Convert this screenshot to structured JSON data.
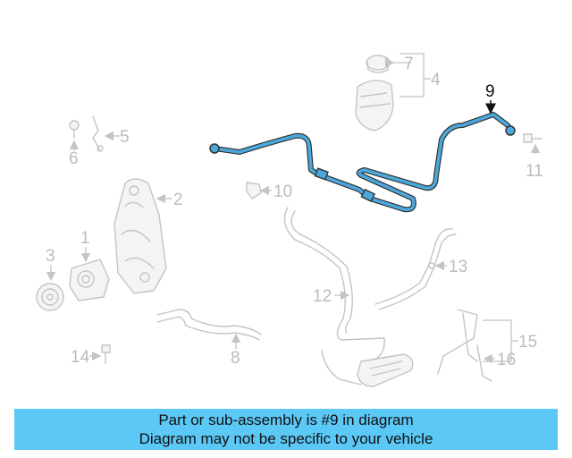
{
  "callouts": {
    "c1": "1",
    "c2": "2",
    "c3": "3",
    "c4": "4",
    "c5": "5",
    "c6": "6",
    "c7": "7",
    "c8": "8",
    "c9": "9",
    "c10": "10",
    "c11": "11",
    "c12": "12",
    "c13": "13",
    "c14": "14",
    "c15": "15",
    "c16": "16"
  },
  "highlight_part": "9",
  "colors": {
    "highlight": "#4aa8dc",
    "ghost": "#c4c4c4",
    "banner": "#5bc8f5"
  },
  "banner": {
    "line1": "Part or sub-assembly is #9 in diagram",
    "line2": "Diagram may not be specific to your vehicle"
  }
}
